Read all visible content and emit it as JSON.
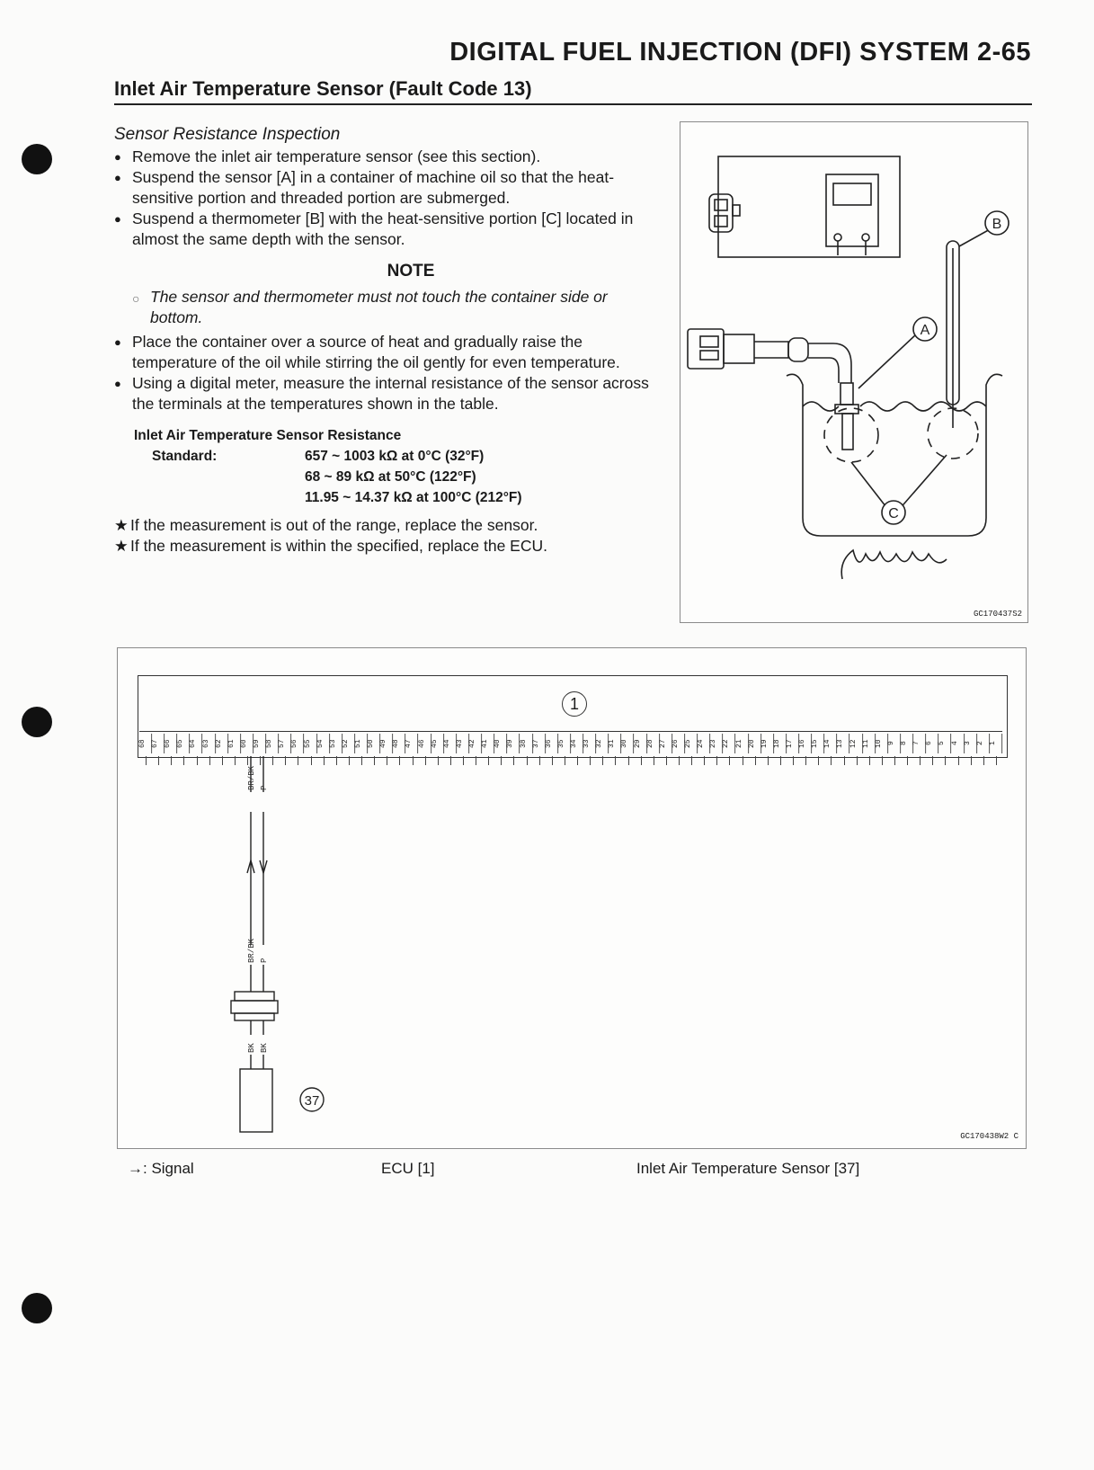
{
  "header": {
    "title": "DIGITAL FUEL INJECTION (DFI) SYSTEM 2-65",
    "section": "Inlet Air Temperature Sensor (Fault Code 13)"
  },
  "inspection": {
    "heading": "Sensor Resistance Inspection",
    "steps_before_note": [
      "Remove the inlet air temperature sensor (see this section).",
      "Suspend the sensor [A] in a container of machine oil so that the heat-sensitive portion and threaded portion are submerged.",
      "Suspend a thermometer [B] with the heat-sensitive portion [C] located in almost the same depth with the sensor."
    ],
    "note_title": "NOTE",
    "note_text": "The sensor and thermometer must not touch the container side or bottom.",
    "steps_after_note": [
      "Place the container over a source of heat and gradually raise the temperature of the oil while stirring the oil gently for even temperature.",
      "Using a digital meter, measure the internal resistance of the sensor across the terminals at the temperatures shown in the table."
    ]
  },
  "spec": {
    "title": "Inlet Air Temperature Sensor Resistance",
    "label": "Standard:",
    "values": [
      "657 ~ 1003 kΩ at 0°C (32°F)",
      "68 ~ 89 kΩ at 50°C (122°F)",
      "11.95 ~ 14.37 kΩ at 100°C (212°F)"
    ]
  },
  "results": [
    "If the measurement is out of the range, replace the sensor.",
    "If the measurement is within the specified, replace the ECU."
  ],
  "figure1": {
    "code": "GC170437S2",
    "labels": {
      "a": "A",
      "b": "B",
      "c": "C"
    }
  },
  "figure2": {
    "code": "GC170438W2 C",
    "ecu_label": "1",
    "sensor_label": "37",
    "pin_numbers": [
      "68",
      "67",
      "66",
      "65",
      "64",
      "63",
      "62",
      "61",
      "60",
      "59",
      "58",
      "57",
      "56",
      "55",
      "54",
      "53",
      "52",
      "51",
      "50",
      "49",
      "48",
      "47",
      "46",
      "45",
      "44",
      "43",
      "42",
      "41",
      "40",
      "39",
      "38",
      "37",
      "36",
      "35",
      "34",
      "33",
      "32",
      "31",
      "30",
      "29",
      "28",
      "27",
      "26",
      "25",
      "24",
      "23",
      "22",
      "21",
      "20",
      "19",
      "18",
      "17",
      "16",
      "15",
      "14",
      "13",
      "12",
      "11",
      "10",
      "9",
      "8",
      "7",
      "6",
      "5",
      "4",
      "3",
      "2",
      "1"
    ],
    "wire_top_1": "BR/BK",
    "wire_top_2": "P",
    "wire_bottom_1": "BK",
    "wire_bottom_2": "BK"
  },
  "legend": {
    "signal": "→: Signal",
    "ecu": "ECU [1]",
    "sensor": "Inlet Air Temperature Sensor [37]"
  }
}
